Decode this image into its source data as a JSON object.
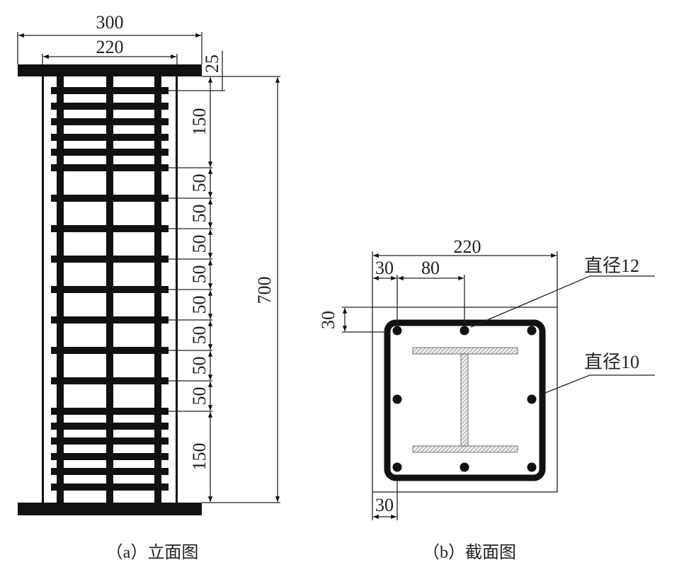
{
  "elevation": {
    "caption": "（a）立面图",
    "dim_total_width": "300",
    "dim_core_width": "220",
    "dim_cover_top": "25",
    "dim_dense_top": "150",
    "dim_spacing": [
      "50",
      "50",
      "50",
      "50",
      "50",
      "50",
      "50",
      "50"
    ],
    "dim_dense_bottom": "150",
    "dim_height": "700"
  },
  "section": {
    "caption": "（b）截面图",
    "dim_width": "220",
    "dim_cover_left": "30",
    "dim_bar_spacing": "80",
    "dim_cover_top": "30",
    "dim_cover_bottom": "30",
    "label_longitudinal_bar": "直径12",
    "label_stirrup": "直径10"
  },
  "colors": {
    "ink": "#111111",
    "hatch": "#999999"
  }
}
